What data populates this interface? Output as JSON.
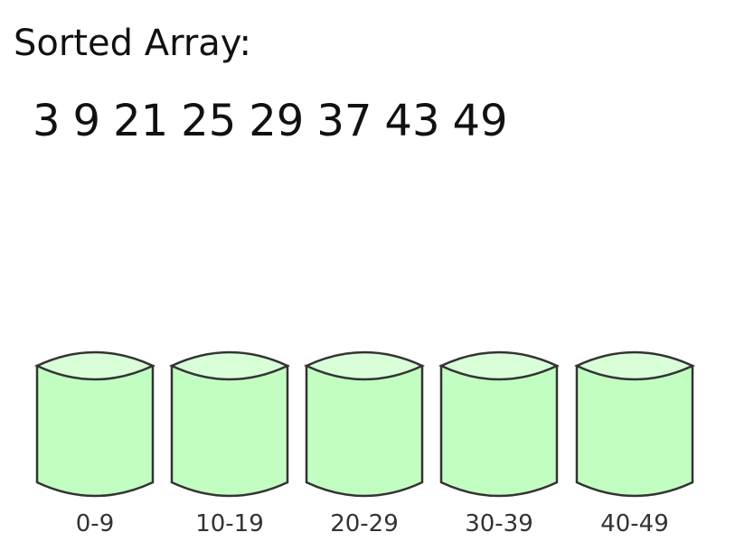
{
  "title": "Sorted Array:",
  "sorted_array": [
    "3",
    "9",
    "21",
    "25",
    "29",
    "37",
    "43",
    "49"
  ],
  "buckets": [
    {
      "label": "0-9"
    },
    {
      "label": "10-19"
    },
    {
      "label": "20-29"
    },
    {
      "label": "30-39"
    },
    {
      "label": "40-49"
    }
  ],
  "colors": {
    "bucket_fill": "#c2fec2",
    "bucket_top": "#d9ffd9",
    "bucket_stroke": "#333333",
    "text": "#111111",
    "label": "#333333"
  }
}
